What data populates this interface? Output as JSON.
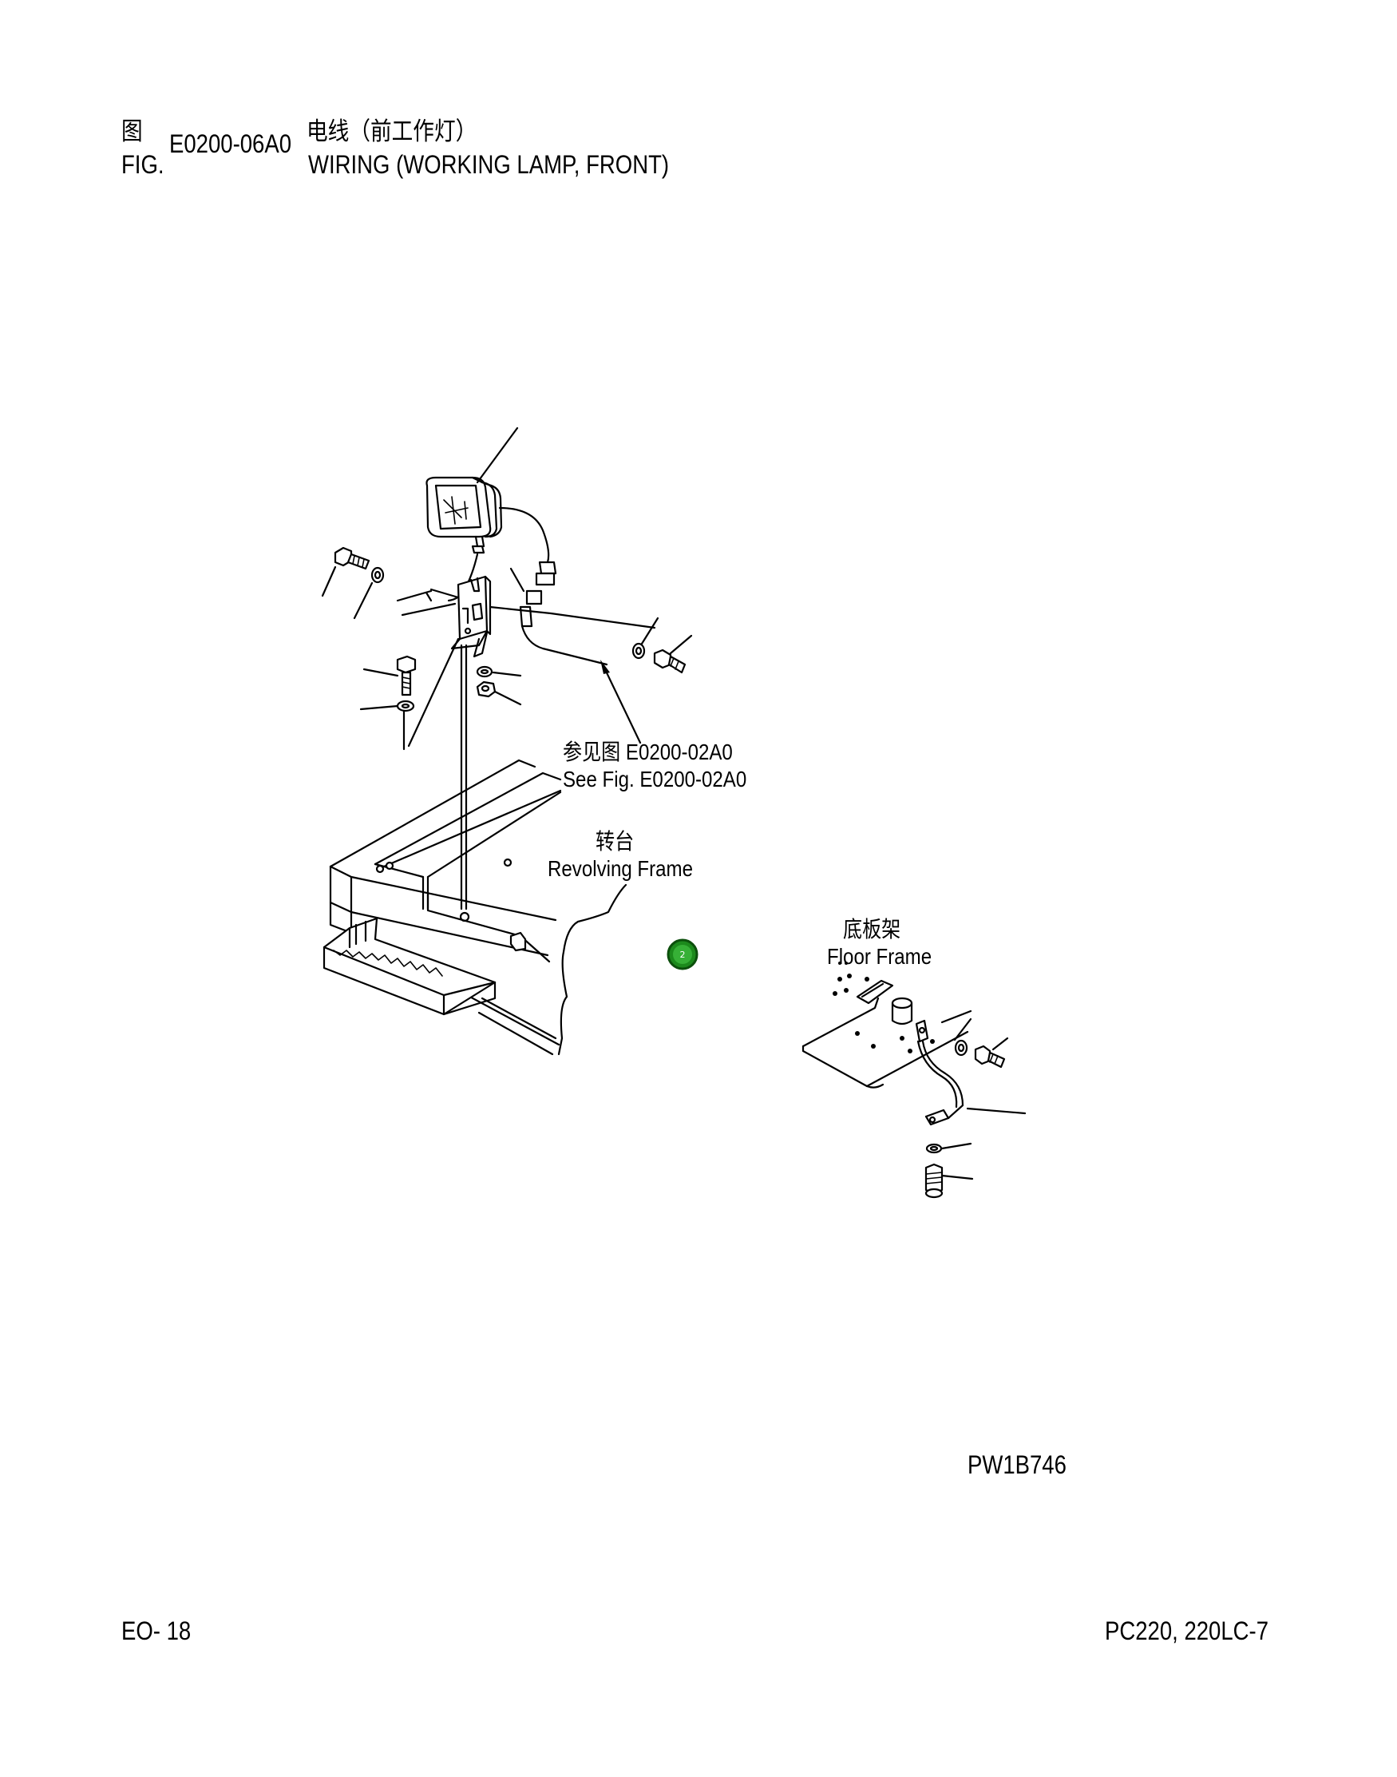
{
  "header": {
    "fig_cn": "图",
    "fig_en": "FIG.",
    "fig_number": "E0200-06A0",
    "title_cn": "电线（前工作灯）",
    "title_en": "WIRING (WORKING LAMP, FRONT)"
  },
  "diagram": {
    "see_fig_cn": "参见图 E0200-02A0",
    "see_fig_en": "See Fig. E0200-02A0",
    "revolving_frame_cn": "转台",
    "revolving_frame_en": "Revolving Frame",
    "floor_frame_cn": "底板架",
    "floor_frame_en": "Floor Frame",
    "ref_marker": "2",
    "drawing_code": "PW1B746"
  },
  "footer": {
    "page": "EO- 18",
    "model": "PC220, 220LC-7"
  }
}
